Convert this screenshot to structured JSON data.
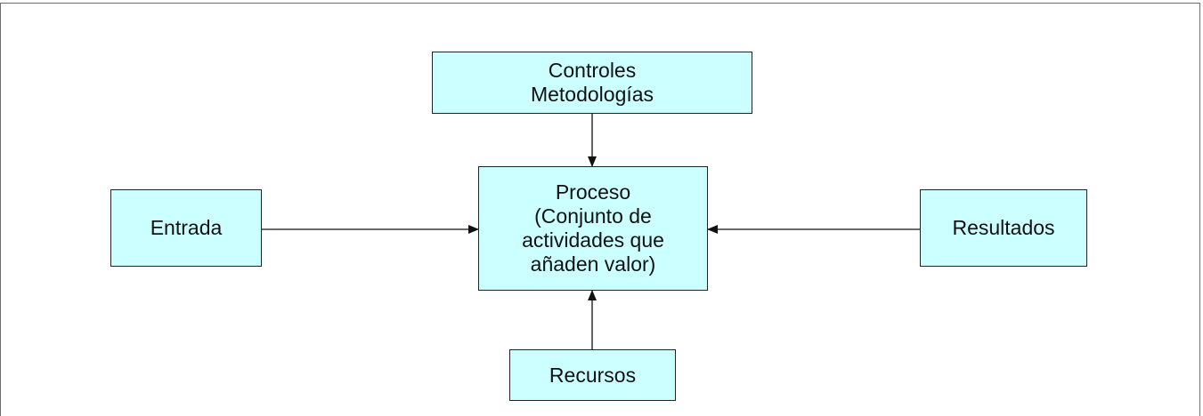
{
  "diagram": {
    "nodes": {
      "controles": {
        "lines": [
          "Controles",
          "Metodologías"
        ]
      },
      "proceso": {
        "lines": [
          "Proceso",
          "(Conjunto de",
          "actividades que",
          "añaden valor)"
        ]
      },
      "entrada": {
        "label": "Entrada"
      },
      "resultados": {
        "label": "Resultados"
      },
      "recursos": {
        "label": "Recursos"
      }
    },
    "edges": [
      {
        "from": "controles",
        "to": "proceso"
      },
      {
        "from": "entrada",
        "to": "proceso"
      },
      {
        "from": "resultados",
        "to": "proceso"
      },
      {
        "from": "recursos",
        "to": "proceso"
      }
    ],
    "colors": {
      "box_fill": "#ccffff",
      "box_border": "#222222",
      "arrow": "#111111",
      "frame": "#6b6b6b"
    }
  }
}
